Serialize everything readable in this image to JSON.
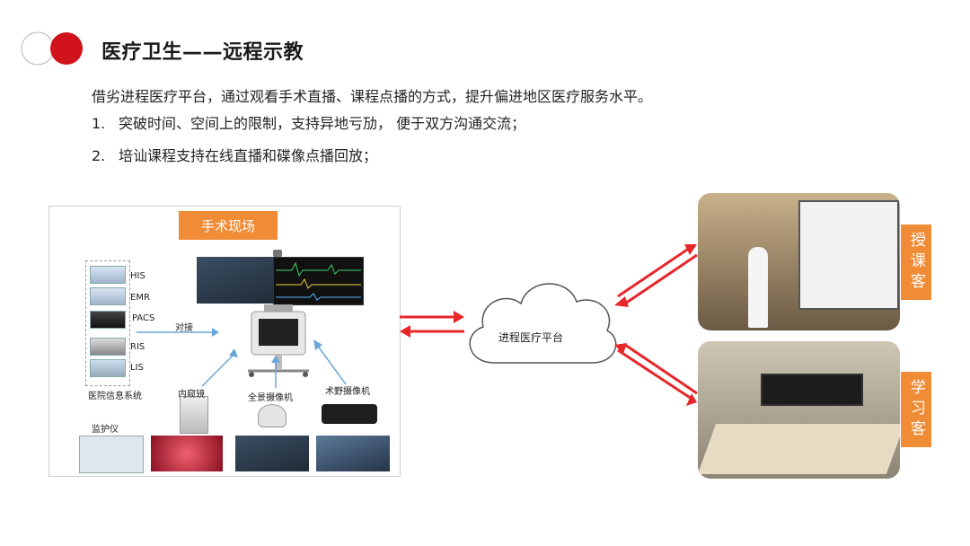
{
  "header": {
    "title": "医疗卫生——远程示教"
  },
  "intro": "借劣进程医疗平台，通过观看手术直播、课程点播的方式，提升偏进地区医疗服务水平。",
  "points": [
    {
      "num": "1.",
      "text": "突破时间、空间上的限制，支持异地亏劢，   便于双方沟通交流；"
    },
    {
      "num": "2.",
      "text": "培讪课程支持在线直播和碟像点播回放；"
    }
  ],
  "diagram": {
    "scene_title": "手术现场",
    "systems": [
      "HIS",
      "EMR",
      "PACS",
      "RIS",
      "LIS"
    ],
    "systems_caption": "医院信息系统",
    "connect_label": "对接",
    "devices": [
      "内窥镜",
      "全景摄像机",
      "术野摄像机"
    ],
    "monitor_label": "监护仪",
    "cloud_label": "进程医疗平台",
    "side_labels": {
      "teach": "授课客",
      "learn": "学习客"
    },
    "colors": {
      "accent": "#f08b36",
      "arrow": "#e8262a",
      "blue_arrow": "#6aa6d8",
      "brand_red": "#d0121b"
    }
  }
}
